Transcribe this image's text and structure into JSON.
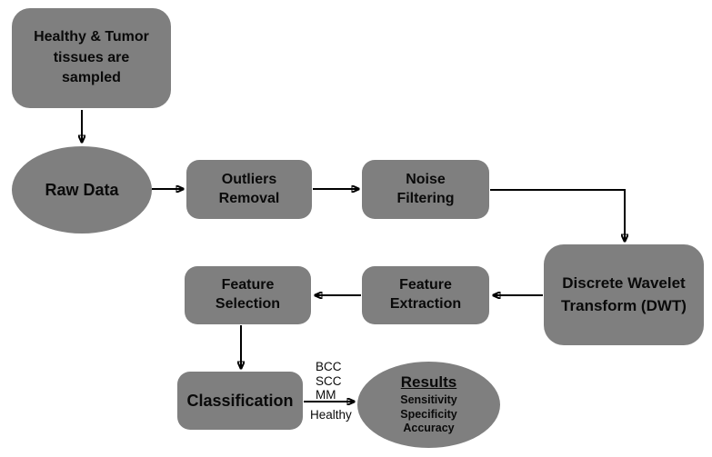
{
  "diagram": {
    "colors": {
      "shape_fill": "#7f7f7f",
      "text": "#0a0a0a",
      "arrow": "#000000",
      "background": "#ffffff"
    },
    "nodes": {
      "sampling": {
        "shape": "rounded-rectangle",
        "label": "Healthy & Tumor\ntissues are\nsampled"
      },
      "raw_data": {
        "shape": "ellipse",
        "label": "Raw Data"
      },
      "outliers_removal": {
        "shape": "rounded-rectangle",
        "label": "Outliers\nRemoval"
      },
      "noise_filtering": {
        "shape": "rounded-rectangle",
        "label": "Noise\nFiltering"
      },
      "dwt": {
        "shape": "rounded-rectangle",
        "label": "Discrete Wavelet\nTransform (DWT)"
      },
      "feature_extraction": {
        "shape": "rounded-rectangle",
        "label": "Feature\nExtraction"
      },
      "feature_selection": {
        "shape": "rounded-rectangle",
        "label": "Feature\nSelection"
      },
      "classification": {
        "shape": "rounded-rectangle",
        "label": "Classification"
      },
      "results": {
        "shape": "ellipse",
        "title": "Results",
        "items": [
          "Sensitivity",
          "Specificity",
          "Accuracy"
        ]
      }
    },
    "classification_outputs": {
      "above_arrow": [
        "BCC",
        "SCC",
        "MM"
      ],
      "below_arrow": "Healthy"
    },
    "edges": [
      {
        "from": "sampling",
        "to": "raw_data"
      },
      {
        "from": "raw_data",
        "to": "outliers_removal"
      },
      {
        "from": "outliers_removal",
        "to": "noise_filtering"
      },
      {
        "from": "noise_filtering",
        "to": "dwt"
      },
      {
        "from": "dwt",
        "to": "feature_extraction"
      },
      {
        "from": "feature_extraction",
        "to": "feature_selection"
      },
      {
        "from": "feature_selection",
        "to": "classification"
      },
      {
        "from": "classification",
        "to": "results"
      }
    ]
  }
}
